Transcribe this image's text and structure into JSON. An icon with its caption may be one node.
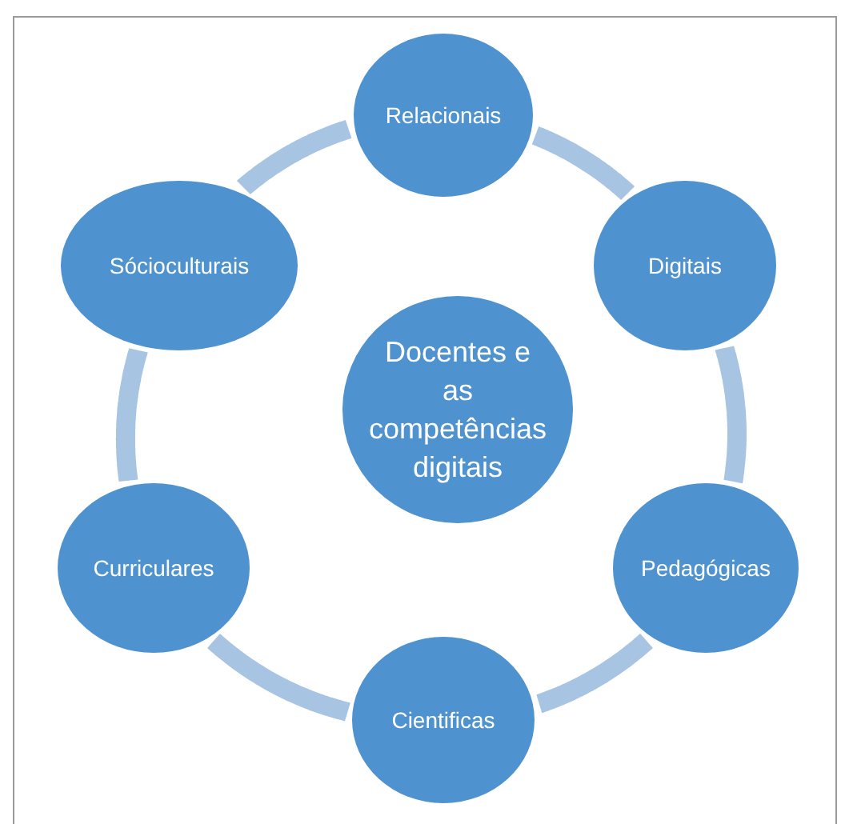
{
  "diagram": {
    "nodes": [
      {
        "text": [
          "Docentes e as competências digitais"
        ]
      },
      {
        "text": [
          "Relacionais"
        ]
      },
      {
        "text": [
          "Digitais"
        ]
      },
      {
        "text": [
          "Pedagógicas"
        ]
      },
      {
        "text": [
          "Cientificas"
        ]
      },
      {
        "text": [
          "Curriculares"
        ]
      },
      {
        "text": [
          "Sócioculturais"
        ]
      }
    ],
    "edges": [
      {
        "from": 1,
        "to": 2,
        "arrow": "none"
      },
      {
        "from": 2,
        "to": 3,
        "arrow": "none"
      },
      {
        "from": 3,
        "to": 4,
        "arrow": "none"
      },
      {
        "from": 4,
        "to": 5,
        "arrow": "none"
      },
      {
        "from": 5,
        "to": 6,
        "arrow": "none"
      },
      {
        "from": 6,
        "to": 1,
        "arrow": "none"
      }
    ]
  }
}
